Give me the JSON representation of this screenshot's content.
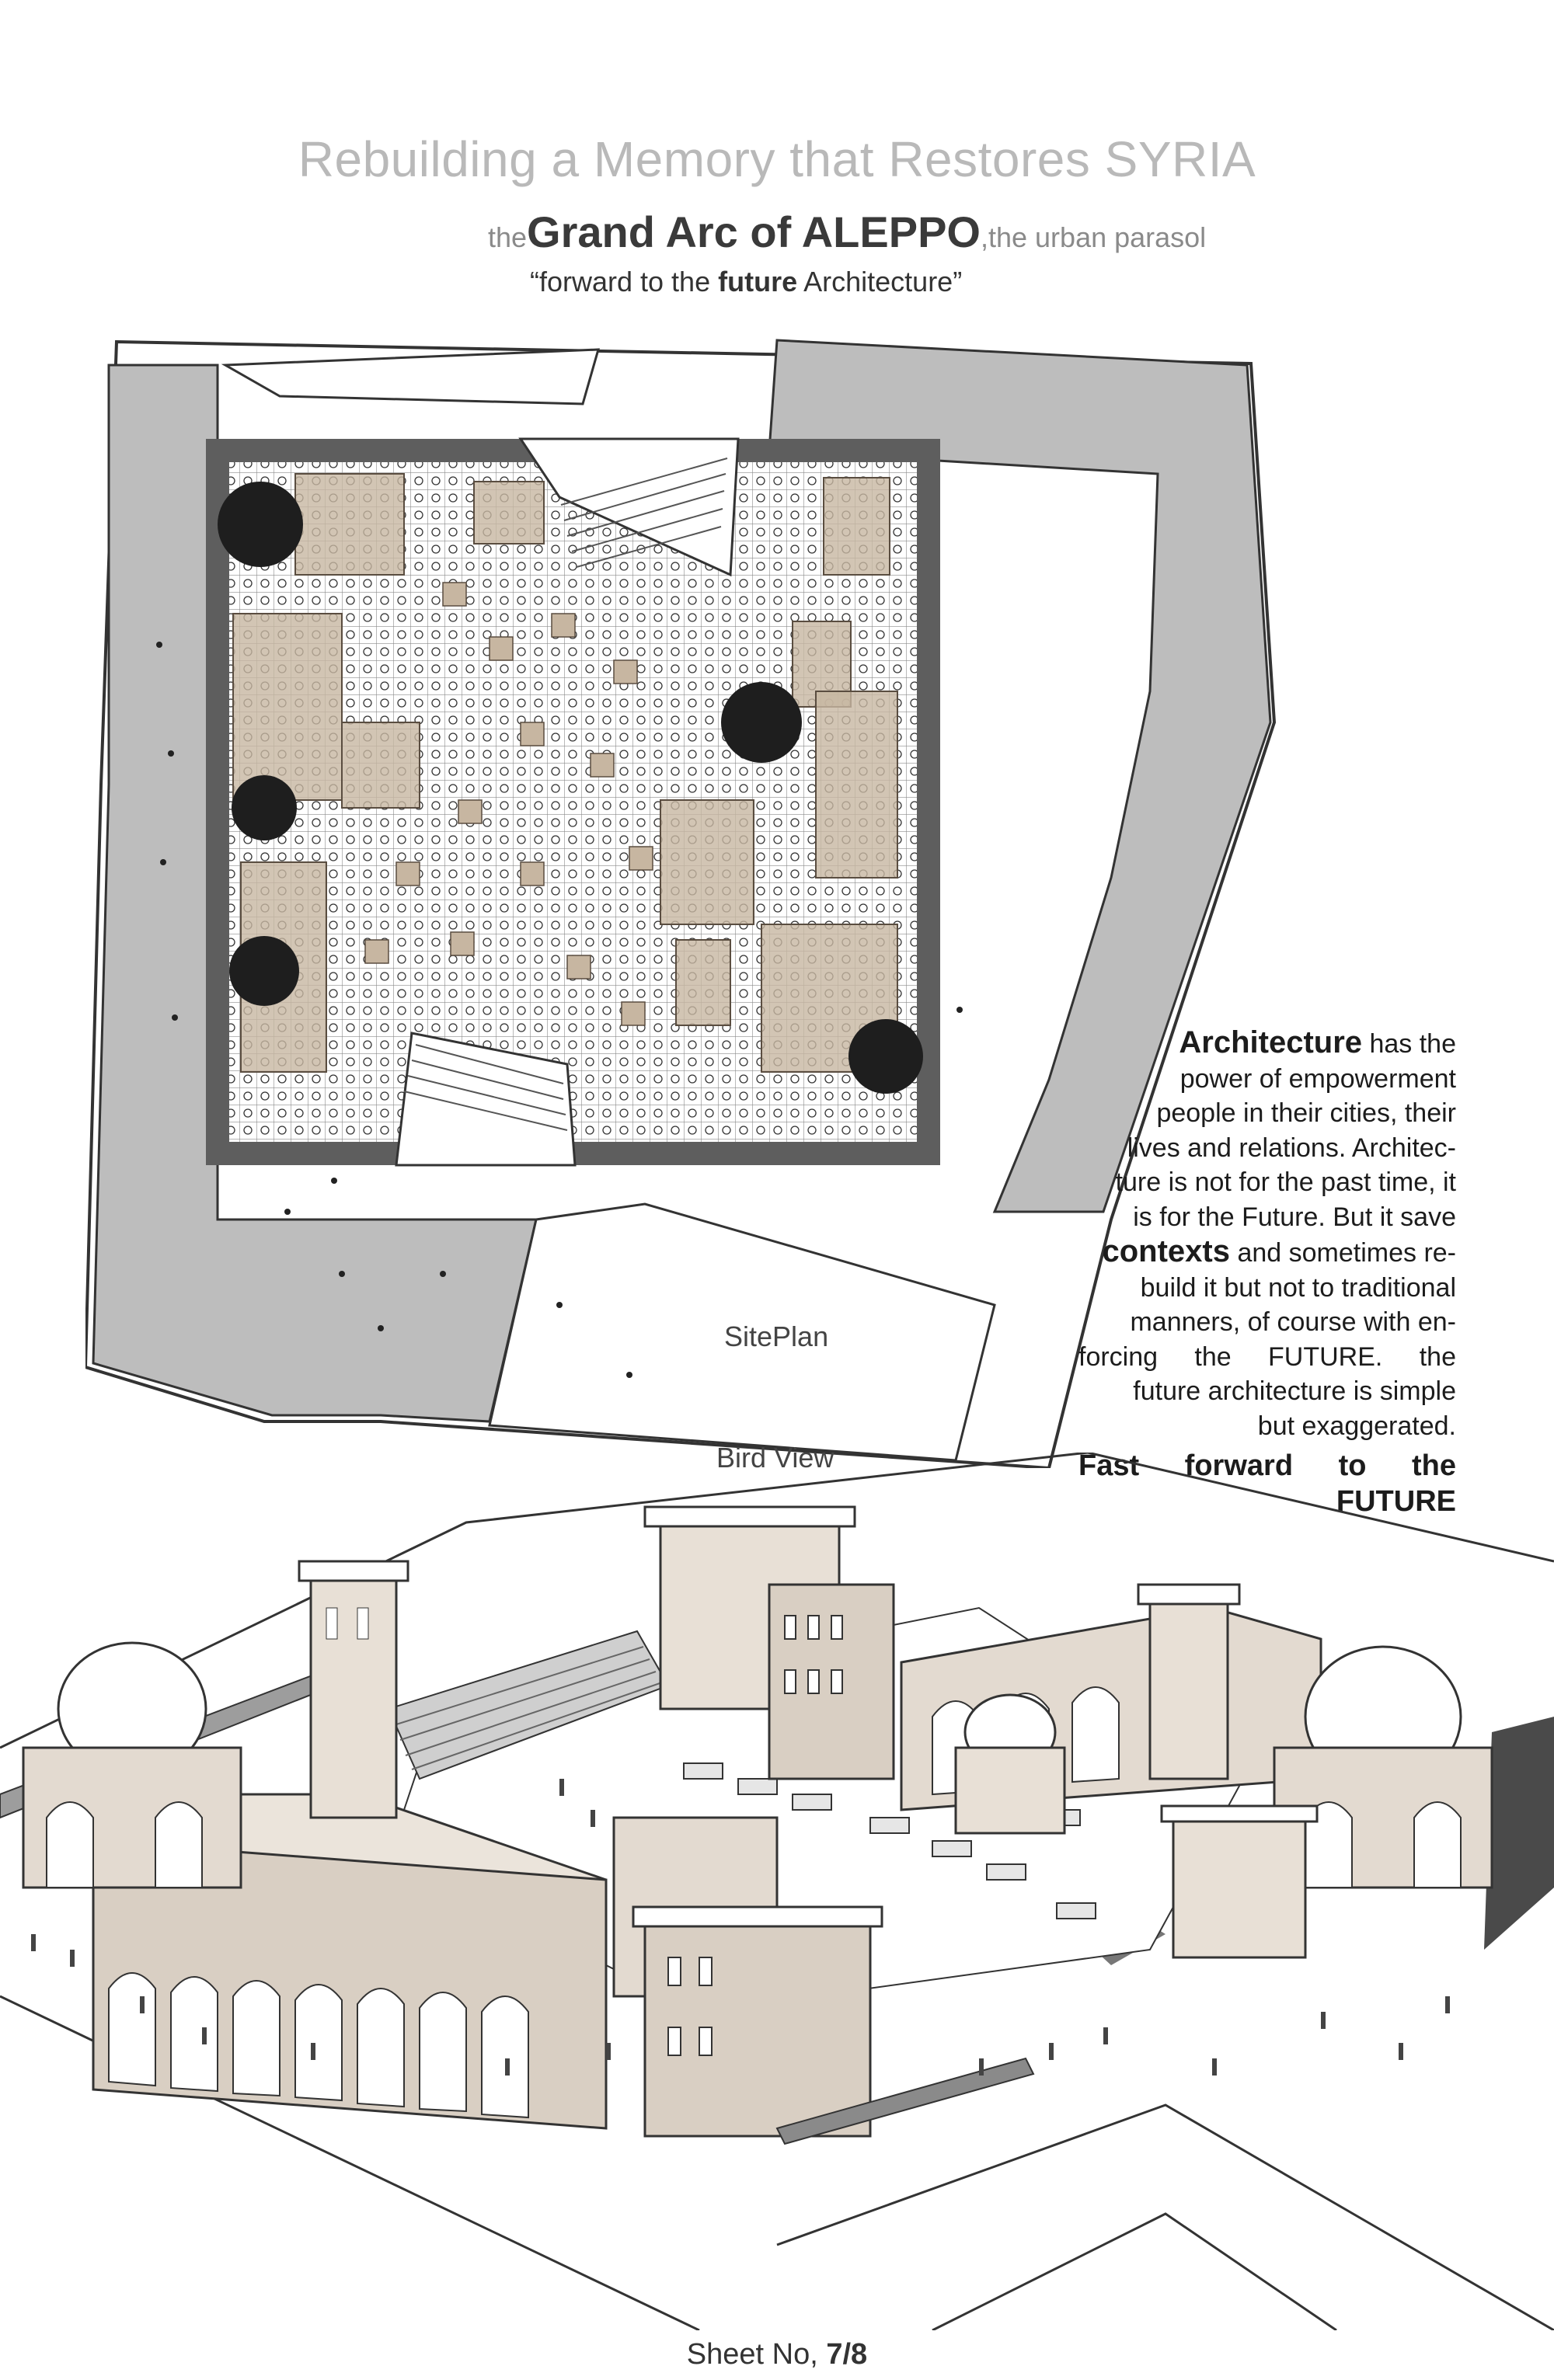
{
  "header": {
    "title": "Rebuilding a Memory that Restores SYRIA",
    "sub_prefix": "the",
    "sub_main": "Grand Arc of ALEPPO",
    "sub_suffix": ",the urban parasol",
    "quote_open": "“forward to the ",
    "quote_bold": "future",
    "quote_close": " Architecture”"
  },
  "drawings": {
    "siteplan_label": "SitePlan",
    "birdview_label": "Bird View"
  },
  "statement": {
    "l1_bold": "Architecture",
    "l1_rest": " has the",
    "l2": "power of empowerment",
    "l3": "people in their cities, their",
    "l4": "lives and relations. Architec-",
    "l5": "ture is not for the past time, it",
    "l6": "is for the Future. But it save",
    "l7_bold": "contexts",
    "l7_rest": " and sometimes re-",
    "l8": "build it but not to traditional",
    "l9": "manners, of course with en-",
    "l10": "forcing the FUTURE. the",
    "l11": "future architecture is simple",
    "l12": "but exaggerated.",
    "emph1": "Fast forward to the",
    "emph2": "FUTURE"
  },
  "footer": {
    "sheet_prefix": "Sheet No, ",
    "sheet_number": "7/8"
  }
}
